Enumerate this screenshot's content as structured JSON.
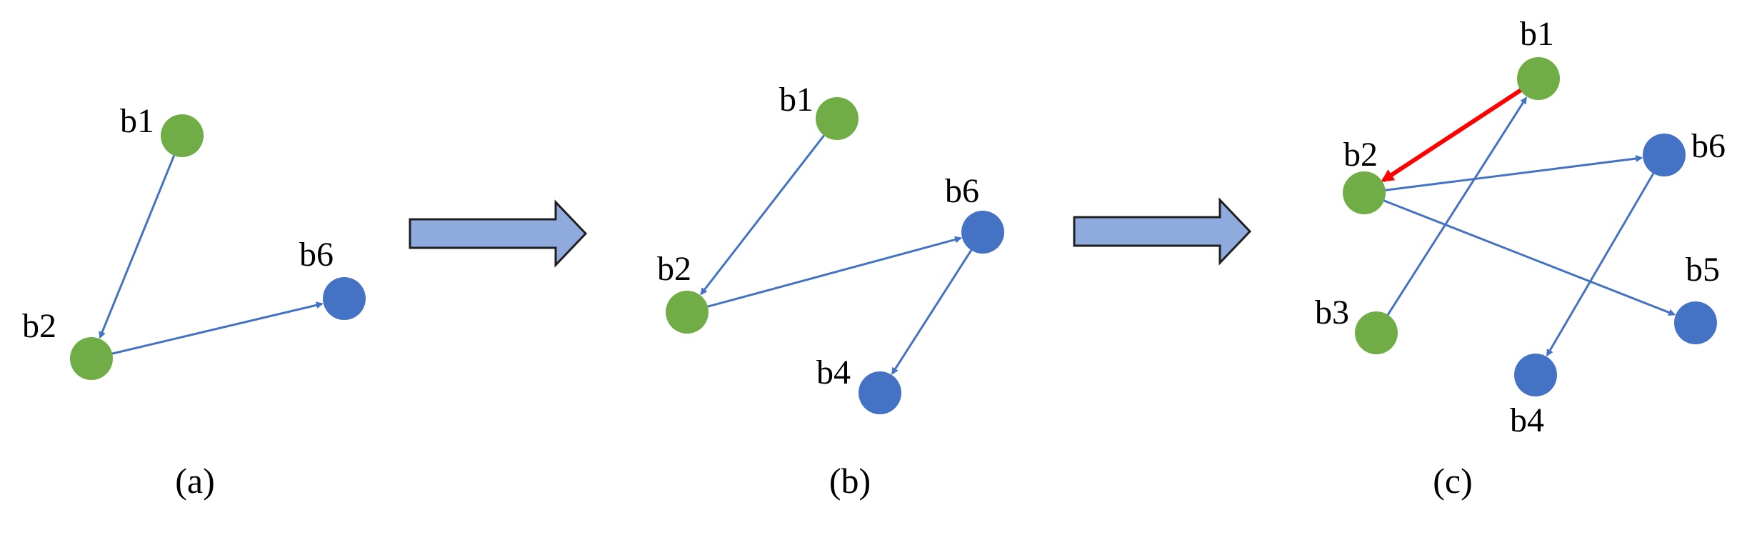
{
  "colors": {
    "green_node": "#70AD47",
    "blue_node": "#4472C4",
    "edge": "#4472C4",
    "highlight_edge": "#FF0000",
    "transition_arrow_fill": "#8FAADC",
    "transition_arrow_stroke": "#1F1F1F"
  },
  "panels": [
    {
      "caption": "(a)",
      "nodes": [
        {
          "id": "b1",
          "label": "b1",
          "color": "green"
        },
        {
          "id": "b2",
          "label": "b2",
          "color": "green"
        },
        {
          "id": "b6",
          "label": "b6",
          "color": "blue"
        }
      ],
      "edges": [
        {
          "from": "b1",
          "to": "b2",
          "highlight": false
        },
        {
          "from": "b2",
          "to": "b6",
          "highlight": false
        }
      ]
    },
    {
      "caption": "(b)",
      "nodes": [
        {
          "id": "b1",
          "label": "b1",
          "color": "green"
        },
        {
          "id": "b2",
          "label": "b2",
          "color": "green"
        },
        {
          "id": "b6",
          "label": "b6",
          "color": "blue"
        },
        {
          "id": "b4",
          "label": "b4",
          "color": "blue"
        }
      ],
      "edges": [
        {
          "from": "b1",
          "to": "b2",
          "highlight": false
        },
        {
          "from": "b2",
          "to": "b6",
          "highlight": false
        },
        {
          "from": "b6",
          "to": "b4",
          "highlight": false
        }
      ]
    },
    {
      "caption": "(c)",
      "nodes": [
        {
          "id": "b1",
          "label": "b1",
          "color": "green"
        },
        {
          "id": "b2",
          "label": "b2",
          "color": "green"
        },
        {
          "id": "b3",
          "label": "b3",
          "color": "green"
        },
        {
          "id": "b6",
          "label": "b6",
          "color": "blue"
        },
        {
          "id": "b5",
          "label": "b5",
          "color": "blue"
        },
        {
          "id": "b4",
          "label": "b4",
          "color": "blue"
        }
      ],
      "edges": [
        {
          "from": "b1",
          "to": "b2",
          "highlight": true
        },
        {
          "from": "b3",
          "to": "b1",
          "highlight": false
        },
        {
          "from": "b2",
          "to": "b6",
          "highlight": false
        },
        {
          "from": "b2",
          "to": "b5",
          "highlight": false
        },
        {
          "from": "b6",
          "to": "b4",
          "highlight": false
        }
      ]
    }
  ],
  "transitions": [
    {
      "from": "(a)",
      "to": "(b)"
    },
    {
      "from": "(b)",
      "to": "(c)"
    }
  ]
}
